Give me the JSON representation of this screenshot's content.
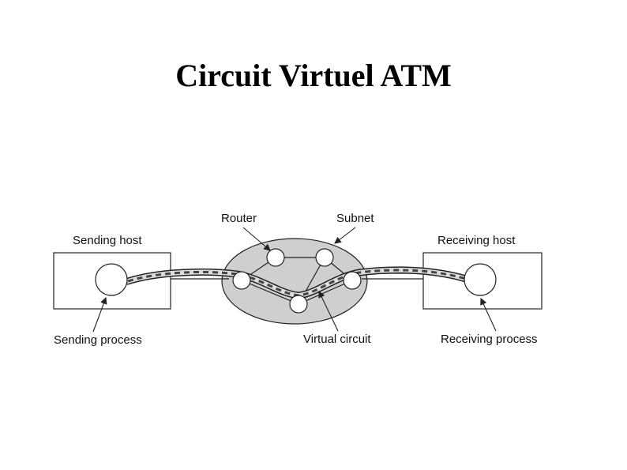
{
  "title": "Circuit Virtuel ATM",
  "labels": {
    "router": "Router",
    "subnet": "Subnet",
    "sending_host": "Sending host",
    "receiving_host": "Receiving host",
    "sending_process": "Sending process",
    "virtual_circuit": "Virtual circuit",
    "receiving_process": "Receiving process"
  },
  "colors": {
    "subnet_fill": "#cfcfcf",
    "outline": "#222222"
  }
}
